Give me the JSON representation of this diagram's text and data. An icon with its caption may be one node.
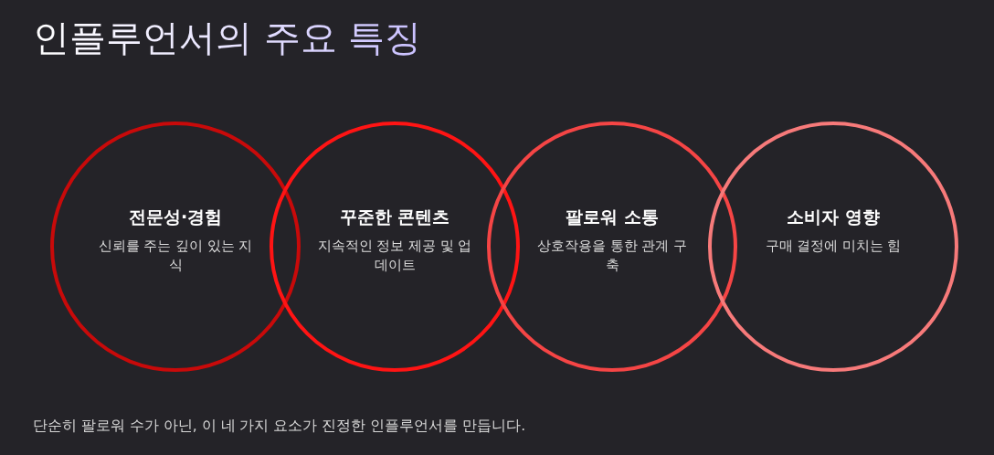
{
  "diagram": {
    "title": "인플루언서의 주요 특징",
    "nodes": [
      {
        "text": [
          "전문성·경험",
          "신뢰를 주는 깊이 있는 지식"
        ]
      },
      {
        "text": [
          "꾸준한 콘텐츠",
          "지속적인 정보 제공 및 업데이트"
        ]
      },
      {
        "text": [
          "팔로워 소통",
          "상호작용을 통한 관계 구축"
        ]
      },
      {
        "text": [
          "소비자 영향",
          "구매 결정에 미치는 힘"
        ]
      }
    ],
    "caption": "단순히 팔로워 수가 아닌, 이 네 가지 요소가 진정한 인플루언서를 만듭니다."
  }
}
